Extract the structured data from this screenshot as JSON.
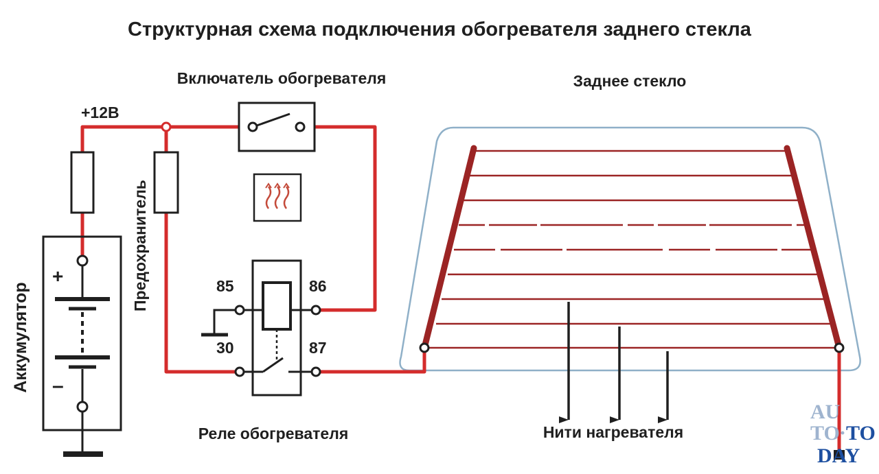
{
  "diagram": {
    "title": "Структурная схема подключения обогревателя заднего стекла",
    "switch_label": "Включатель обогревателя",
    "rear_glass_label": "Заднее стекло",
    "voltage_label": "+12В",
    "fuse_label": "Предохранитель",
    "battery_label": "Аккумулятор",
    "battery_plus": "+",
    "battery_minus": "–",
    "relay_label": "Реле обогревателя",
    "heating_threads_label": "Нити нагревателя",
    "relay_pins": {
      "p85": "85",
      "p86": "86",
      "p30": "30",
      "p87": "87"
    }
  },
  "watermark": {
    "line1": "AU",
    "line2a": "TO",
    "dot": "·",
    "line2b": "TO",
    "line3": "DAY"
  },
  "colors": {
    "wire": "#d42c2c",
    "filament": "#9b2424",
    "glass": "#8fb0c8",
    "ink": "#1f1f1f"
  },
  "icons": {
    "heater_symbol": "rear-window-heater-icon"
  }
}
